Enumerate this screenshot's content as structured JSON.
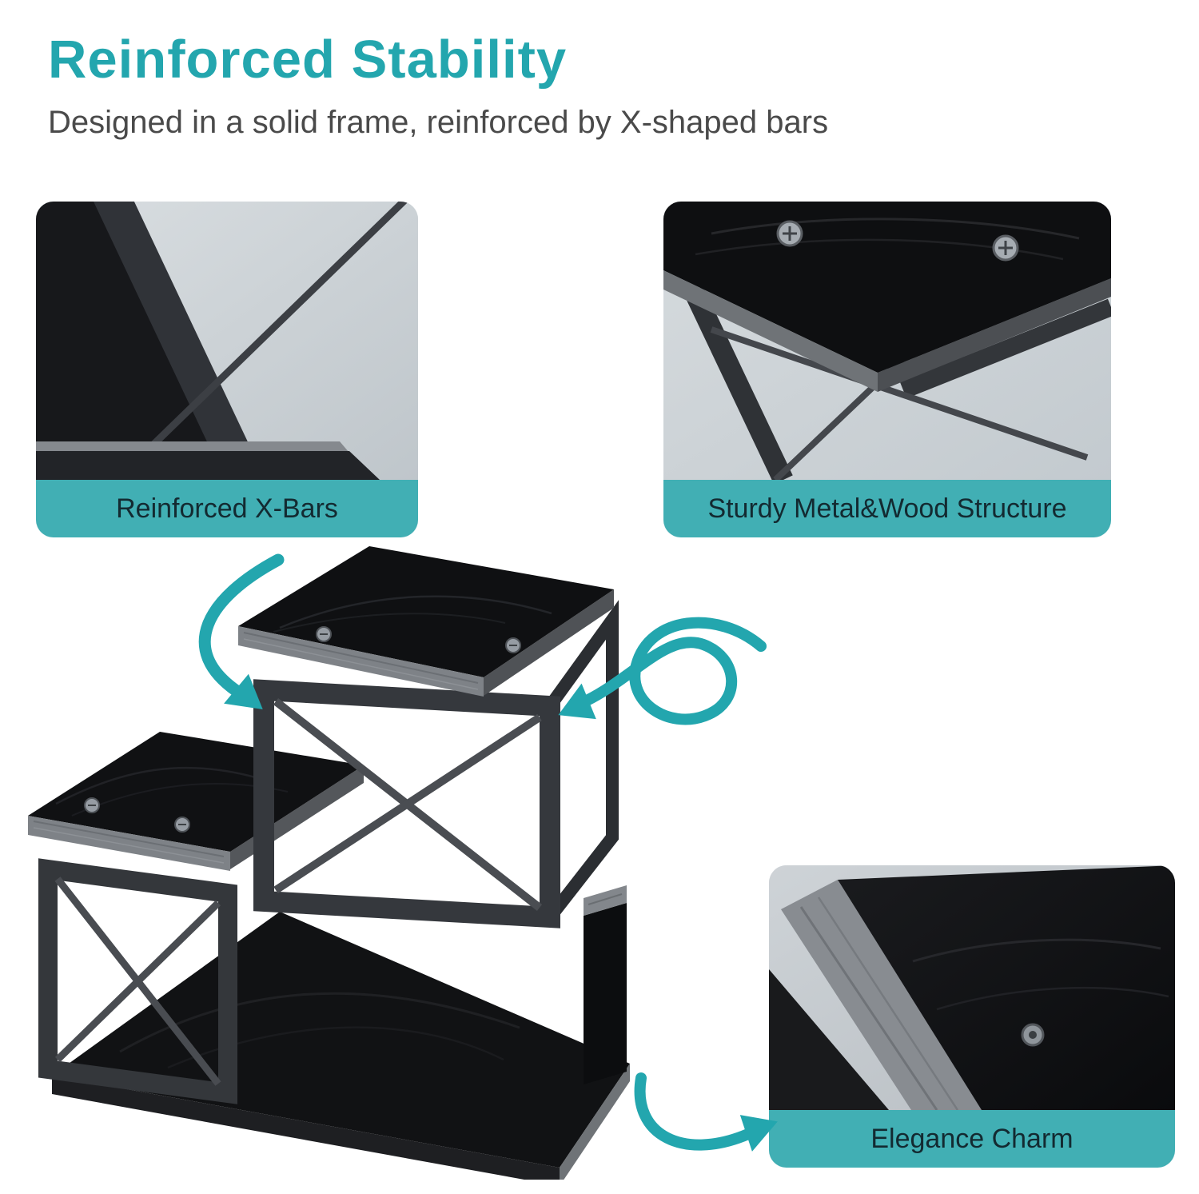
{
  "header": {
    "title": "Reinforced Stability",
    "subtitle": "Designed in a solid frame, reinforced by X-shaped bars"
  },
  "callouts": {
    "x_bars": {
      "label": "Reinforced X-Bars"
    },
    "structure": {
      "label": "Sturdy Metal&Wood Structure"
    },
    "elegance": {
      "label": "Elegance Charm"
    }
  },
  "icons": {
    "left_arrow": "curved-arrow-down-right",
    "swirl_arrow": "loop-arrow-left",
    "bottom_arrow": "curved-arrow-right"
  },
  "colors": {
    "accent_teal": "#23A6AE",
    "caption_band": "#41AFB4",
    "caption_text": "#132A31",
    "subtitle_text": "#4A4A4A",
    "page_bg": "#FFFFFF",
    "wood_black": "#101113",
    "edge_gray": "#7E8287",
    "metal_gray": "#35383D"
  }
}
